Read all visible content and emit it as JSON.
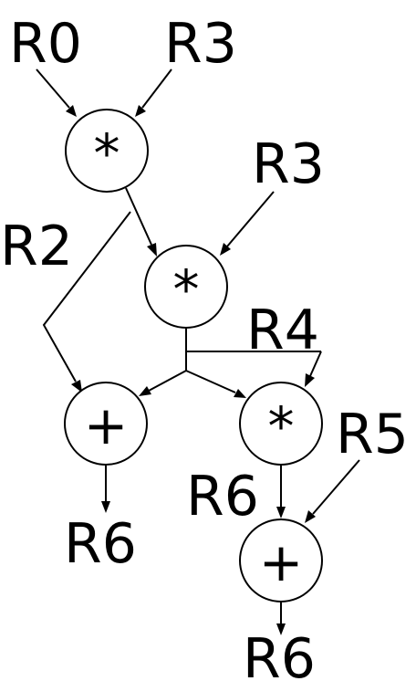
{
  "nodes": {
    "mul1": {
      "op": "*"
    },
    "mul2": {
      "op": "*"
    },
    "add1": {
      "op": "+"
    },
    "mul3": {
      "op": "*"
    },
    "add2": {
      "op": "+"
    }
  },
  "labels": {
    "r0_top": "R0",
    "r3_top": "R3",
    "r3_mid": "R3",
    "r2": "R2",
    "r4": "R4",
    "r5": "R5",
    "r6_left": "R6",
    "r6_mid": "R6",
    "r6_bottom": "R6"
  }
}
